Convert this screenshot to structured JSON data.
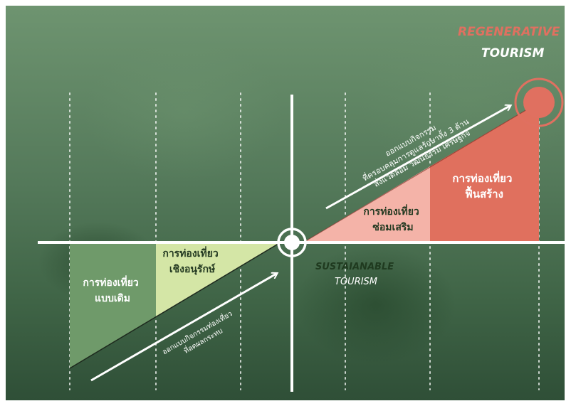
{
  "colors": {
    "conventional": "#6f9a6a",
    "conservation": "#d4e6a6",
    "enhancing": "#f4b3a8",
    "restorative": "#e0705e",
    "regenerative_accent": "#e07060",
    "line": "#ffffff"
  },
  "title": {
    "line1": "REGENERATIVE",
    "line2": "TOURISM"
  },
  "center_label": {
    "line1": "SUSTAIANABLE",
    "line2": "TOURISM"
  },
  "stages": {
    "conventional": {
      "line1": "การท่องเที่ยว",
      "line2": "แบบเดิม"
    },
    "conservation": {
      "line1": "การท่องเที่ยว",
      "line2": "เชิงอนุรักษ์"
    },
    "enhancing": {
      "line1": "การท่องเที่ยว",
      "line2": "ซ่อมเสริม"
    },
    "restorative": {
      "line1": "การท่องเที่ยว",
      "line2": "ฟื้นสร้าง"
    }
  },
  "notes": {
    "lower": {
      "line1": "ออกแบบกิจกรรมท่องเที่ยว",
      "line2": "ที่ลดผลกระทบ"
    },
    "upper": {
      "line1": "ออกแบบกิจกรรม",
      "line2": "ที่ครอบคลุมการดูแลรักษาทั้ง 3 ด้าน",
      "line3": "สิ่งแวดล้อม วัฒนธรรม เศรษฐกิจ"
    }
  },
  "icons": {
    "center": "target-ring-icon",
    "top": "target-ring-icon"
  }
}
